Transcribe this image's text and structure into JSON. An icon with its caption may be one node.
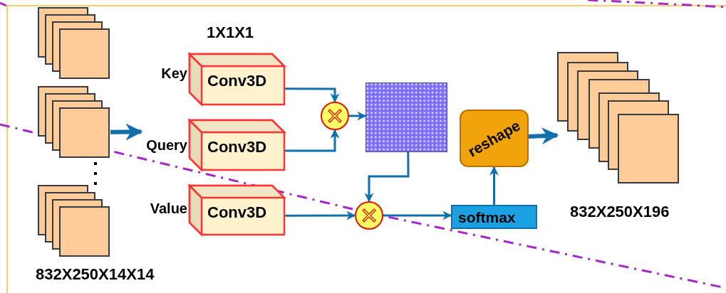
{
  "diagram": {
    "nodes": [
      {
        "text": [],
        "shape": "box"
      },
      {
        "text": [],
        "shape": "box"
      },
      {
        "text": [],
        "shape": "box"
      },
      {
        "text": [
          "Conv3D"
        ],
        "beside": [
          "Key"
        ]
      },
      {
        "text": [
          "Conv3D"
        ],
        "beside": [
          "Query"
        ]
      },
      {
        "text": [
          "Conv3D"
        ],
        "beside": [
          "Value"
        ]
      },
      {
        "text": [],
        "shape": "circle"
      },
      {
        "text": [],
        "shape": "box"
      },
      {
        "text": [],
        "shape": "circle"
      },
      {
        "text": [
          "softmax"
        ]
      },
      {
        "text": [
          "reshape"
        ]
      },
      {
        "text": [],
        "shape": "box"
      }
    ],
    "edges": [
      {
        "from": 1,
        "to": 4,
        "arrow": "to",
        "style": "thick"
      },
      {
        "from": 3,
        "to": 6,
        "arrow": "to"
      },
      {
        "from": 4,
        "to": 6,
        "arrow": "to"
      },
      {
        "from": 6,
        "to": 7,
        "arrow": "to"
      },
      {
        "from": 7,
        "to": 8,
        "arrow": "to"
      },
      {
        "from": 5,
        "to": 8,
        "arrow": "to"
      },
      {
        "from": 8,
        "to": 9,
        "arrow": "to"
      },
      {
        "from": 9,
        "to": 10,
        "arrow": "to"
      },
      {
        "from": 10,
        "to": 11,
        "arrow": "to",
        "style": "thick"
      }
    ],
    "labels": [
      "1X1X1",
      "832X250X14X14",
      "832X250X196"
    ]
  }
}
